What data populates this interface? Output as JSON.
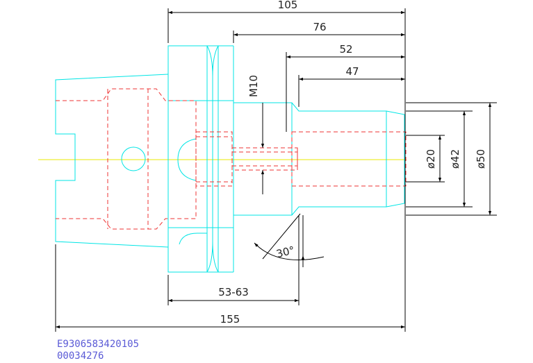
{
  "drawing": {
    "dimensions": {
      "d105": "105",
      "d76": "76",
      "d52": "52",
      "d47": "47",
      "m10": "M10",
      "dia20": "ø20",
      "dia42": "ø42",
      "dia50": "ø50",
      "angle30": "30°",
      "d53_63": "53-63",
      "d155": "155"
    },
    "colors": {
      "outline": "#00e5e5",
      "hidden": "#ee3333",
      "centerline": "#e8e800",
      "dimension": "#000000",
      "code_text": "#5a5ad6"
    }
  },
  "codes": {
    "line1": "E9306583420105",
    "line2": "00034276"
  }
}
